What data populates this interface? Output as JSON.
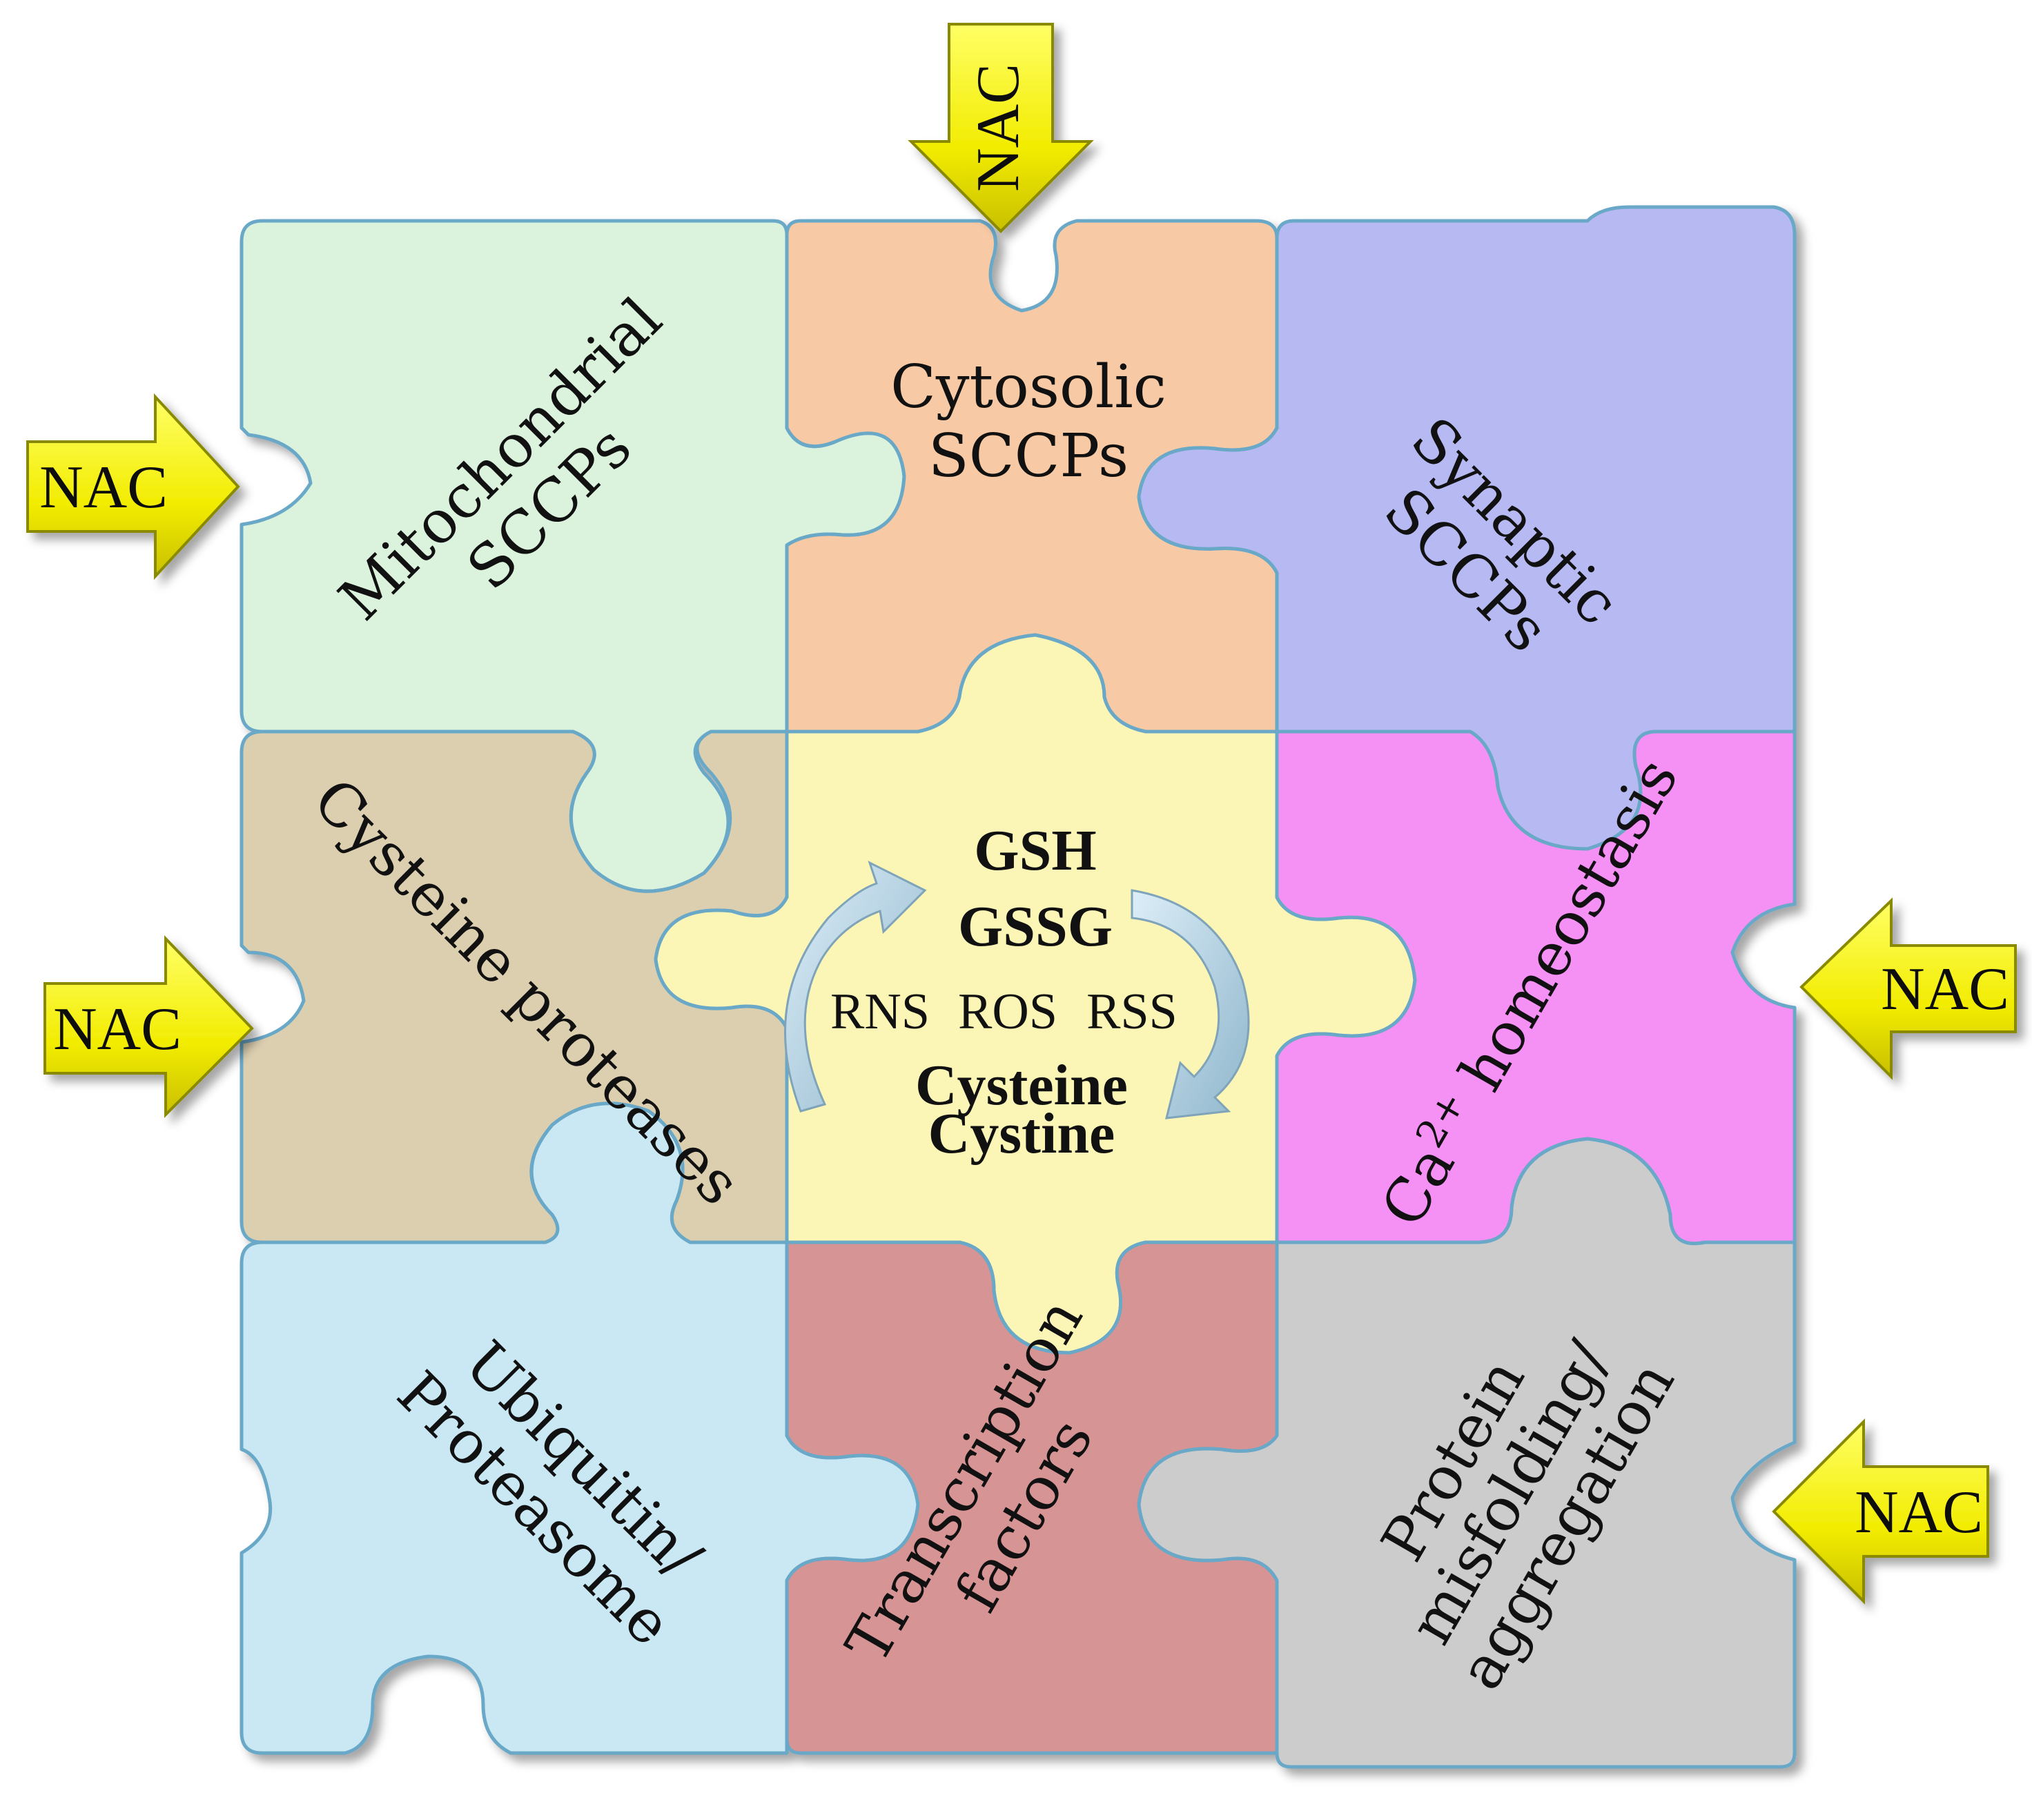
{
  "pieces": {
    "mitochondrial": {
      "line1": "Mitochondrial",
      "line2": "SCCPs",
      "fill": "#dbf2dc",
      "stroke": "#6aa8c8"
    },
    "cytosolic": {
      "line1": "Cytosolic",
      "line2": "SCCPs",
      "fill": "#f7c9a4",
      "stroke": "#6aa8c8"
    },
    "synaptic": {
      "line1": "Synaptic",
      "line2": "SCCPs",
      "fill": "#b6b9f2",
      "stroke": "#6aa8c8"
    },
    "cysteine_proteases": {
      "line1": "Cysteine proteases",
      "fill": "#dccfb0",
      "stroke": "#6aa8c8"
    },
    "center": {
      "gsh": "GSH",
      "gssg": "GSSG",
      "rns": "RNS",
      "ros": "ROS",
      "rss": "RSS",
      "cysteine": "Cysteine",
      "cystine": "Cystine",
      "fill": "#fbf5b6",
      "stroke": "#6aa8c8"
    },
    "calcium": {
      "ca": "Ca",
      "sup": "2+",
      "rest": " homeostasis",
      "fill": "#f590f5",
      "stroke": "#6aa8c8"
    },
    "ubiquitin": {
      "line1": "Ubiquitin/",
      "line2": "Proteasome",
      "fill": "#c9e8f3",
      "stroke": "#6aa8c8"
    },
    "transcription": {
      "line1": "Transcription",
      "line2": "factors",
      "fill": "#d79494",
      "stroke": "#6aa8c8"
    },
    "protein": {
      "line1": "Protein",
      "line2": "misfolding/",
      "line3": "aggregation",
      "fill": "#cccccc",
      "stroke": "#6aa8c8"
    }
  },
  "nac_arrows": [
    {
      "label": "NAC",
      "direction": "down"
    },
    {
      "label": "NAC",
      "direction": "right"
    },
    {
      "label": "NAC",
      "direction": "right"
    },
    {
      "label": "NAC",
      "direction": "left"
    },
    {
      "label": "NAC",
      "direction": "left"
    }
  ],
  "colors": {
    "arrow_fill": "#f4f000",
    "arrow_stroke": "#8a8a00",
    "cycle_arrow": "#b9d6e6"
  }
}
